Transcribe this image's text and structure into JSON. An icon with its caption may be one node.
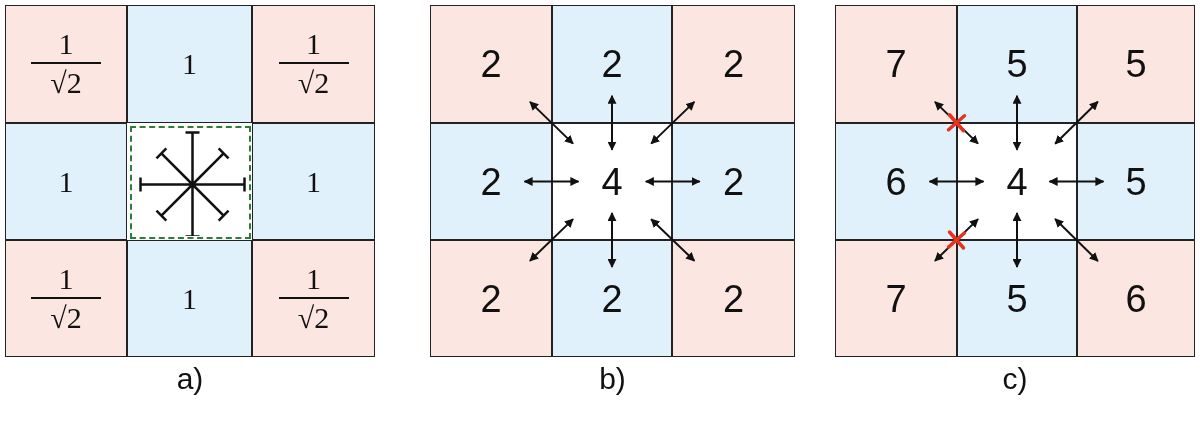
{
  "diagram": {
    "nodes": [
      {
        "text": [],
        "shape": "box",
        "beside": [
          "a)"
        ]
      },
      {
        "text": [
          "1",
          "√2"
        ],
        "in": 0
      },
      {
        "text": [
          "1"
        ],
        "in": 0
      },
      {
        "text": [
          "1",
          "√2"
        ],
        "in": 0
      },
      {
        "text": [
          "1"
        ],
        "in": 0
      },
      {
        "text": [],
        "shape": "box",
        "in": 0
      },
      {
        "text": [
          "1"
        ],
        "in": 0
      },
      {
        "text": [
          "1",
          "√2"
        ],
        "in": 0
      },
      {
        "text": [
          "1"
        ],
        "in": 0
      },
      {
        "text": [
          "1",
          "√2"
        ],
        "in": 0
      },
      {
        "text": [],
        "shape": "box",
        "beside": [
          "b)"
        ]
      },
      {
        "text": [
          "2"
        ],
        "in": 10
      },
      {
        "text": [
          "2"
        ],
        "in": 10
      },
      {
        "text": [
          "2"
        ],
        "in": 10
      },
      {
        "text": [
          "2"
        ],
        "in": 10
      },
      {
        "text": [
          "4"
        ],
        "in": 10
      },
      {
        "text": [
          "2"
        ],
        "in": 10
      },
      {
        "text": [
          "2"
        ],
        "in": 10
      },
      {
        "text": [
          "2"
        ],
        "in": 10
      },
      {
        "text": [
          "2"
        ],
        "in": 10
      },
      {
        "text": [],
        "shape": "box",
        "beside": [
          "c)"
        ]
      },
      {
        "text": [
          "7"
        ],
        "in": 20
      },
      {
        "text": [
          "5"
        ],
        "in": 20
      },
      {
        "text": [
          "5"
        ],
        "in": 20
      },
      {
        "text": [
          "6"
        ],
        "in": 20
      },
      {
        "text": [
          "4"
        ],
        "in": 20
      },
      {
        "text": [
          "5"
        ],
        "in": 20
      },
      {
        "text": [
          "7"
        ],
        "in": 20
      },
      {
        "text": [
          "5"
        ],
        "in": 20
      },
      {
        "text": [
          "6"
        ],
        "in": 20
      }
    ],
    "edges": [
      {
        "from": 15,
        "to": 11,
        "arrow": "both"
      },
      {
        "from": 15,
        "to": 12,
        "arrow": "both"
      },
      {
        "from": 15,
        "to": 13,
        "arrow": "both"
      },
      {
        "from": 15,
        "to": 14,
        "arrow": "both"
      },
      {
        "from": 15,
        "to": 16,
        "arrow": "both"
      },
      {
        "from": 15,
        "to": 17,
        "arrow": "both"
      },
      {
        "from": 15,
        "to": 18,
        "arrow": "both"
      },
      {
        "from": 15,
        "to": 19,
        "arrow": "both"
      },
      {
        "from": 25,
        "to": 21,
        "arrow": "both"
      },
      {
        "from": 25,
        "to": 22,
        "arrow": "both"
      },
      {
        "from": 25,
        "to": 23,
        "arrow": "both"
      },
      {
        "from": 25,
        "to": 24,
        "arrow": "both"
      },
      {
        "from": 25,
        "to": 26,
        "arrow": "both"
      },
      {
        "from": 25,
        "to": 27,
        "arrow": "both"
      },
      {
        "from": 25,
        "to": 28,
        "arrow": "both"
      },
      {
        "from": 25,
        "to": 29,
        "arrow": "both"
      }
    ]
  }
}
